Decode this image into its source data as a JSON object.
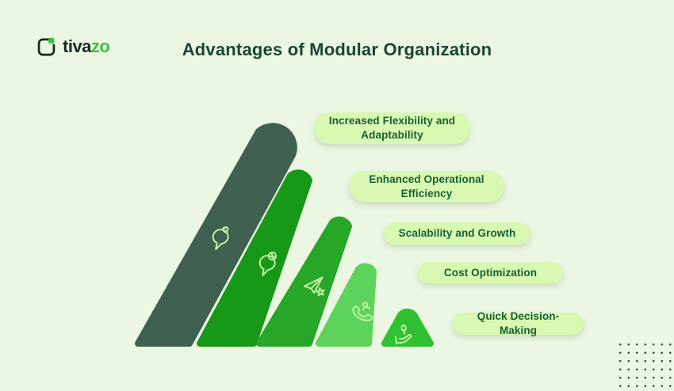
{
  "logo": {
    "brand_prefix": "tiva",
    "brand_suffix": "zo"
  },
  "title": "Advantages of Modular Organization",
  "items": [
    {
      "label": "Increased Flexibility and Adaptability",
      "shape_color": "#406150",
      "icon": "chat-heart-icon"
    },
    {
      "label": "Enhanced Operational Efficiency",
      "shape_color": "#189818",
      "icon": "chat-clock-icon"
    },
    {
      "label": "Scalability and Growth",
      "shape_color": "#28a628",
      "icon": "paper-plane-star-icon"
    },
    {
      "label": "Cost Optimization",
      "shape_color": "#5dd35b",
      "icon": "phone-person-icon"
    },
    {
      "label": "Quick Decision-Making",
      "shape_color": "#30c030",
      "icon": "hand-leaf-icon"
    }
  ],
  "colors": {
    "background": "#ebf6e3",
    "title_text": "#1c4536",
    "logo_dark": "#16281e",
    "logo_green": "#3cc13c",
    "pill_bg": "#d9f8b2",
    "pill_text": "#176033",
    "icon_stroke": "#bdf2a4",
    "dots": "#2c4a3a"
  }
}
